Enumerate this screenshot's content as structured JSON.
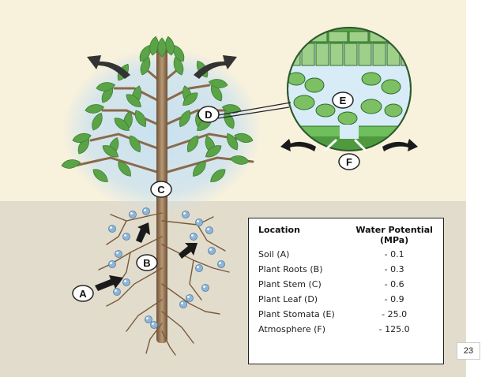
{
  "labels": {
    "a": "A",
    "b": "B",
    "c": "C",
    "d": "D",
    "e": "E",
    "f": "F"
  },
  "table": {
    "header_location": "Location",
    "header_potential": "Water Potential",
    "header_units": "(MPa)",
    "rows": [
      {
        "location": "Soil (A)",
        "value": "- 0.1"
      },
      {
        "location": "Plant Roots (B)",
        "value": "- 0.3"
      },
      {
        "location": "Plant Stem (C)",
        "value": "- 0.6"
      },
      {
        "location": "Plant Leaf (D)",
        "value": "- 0.9"
      },
      {
        "location": "Plant Stomata (E)",
        "value": "- 25.0"
      },
      {
        "location": "Atmosphere (F)",
        "value": "- 125.0"
      }
    ]
  },
  "page_number": "23",
  "colors": {
    "sky": "#f8f1dc",
    "soil": "#e2dccd",
    "leaf": "#5aa447",
    "leaf_dark": "#3d7f33",
    "stem": "#8a6a4a",
    "root": "#7a5a3a",
    "glow": "#bcd9ee",
    "arrow": "#333333"
  }
}
